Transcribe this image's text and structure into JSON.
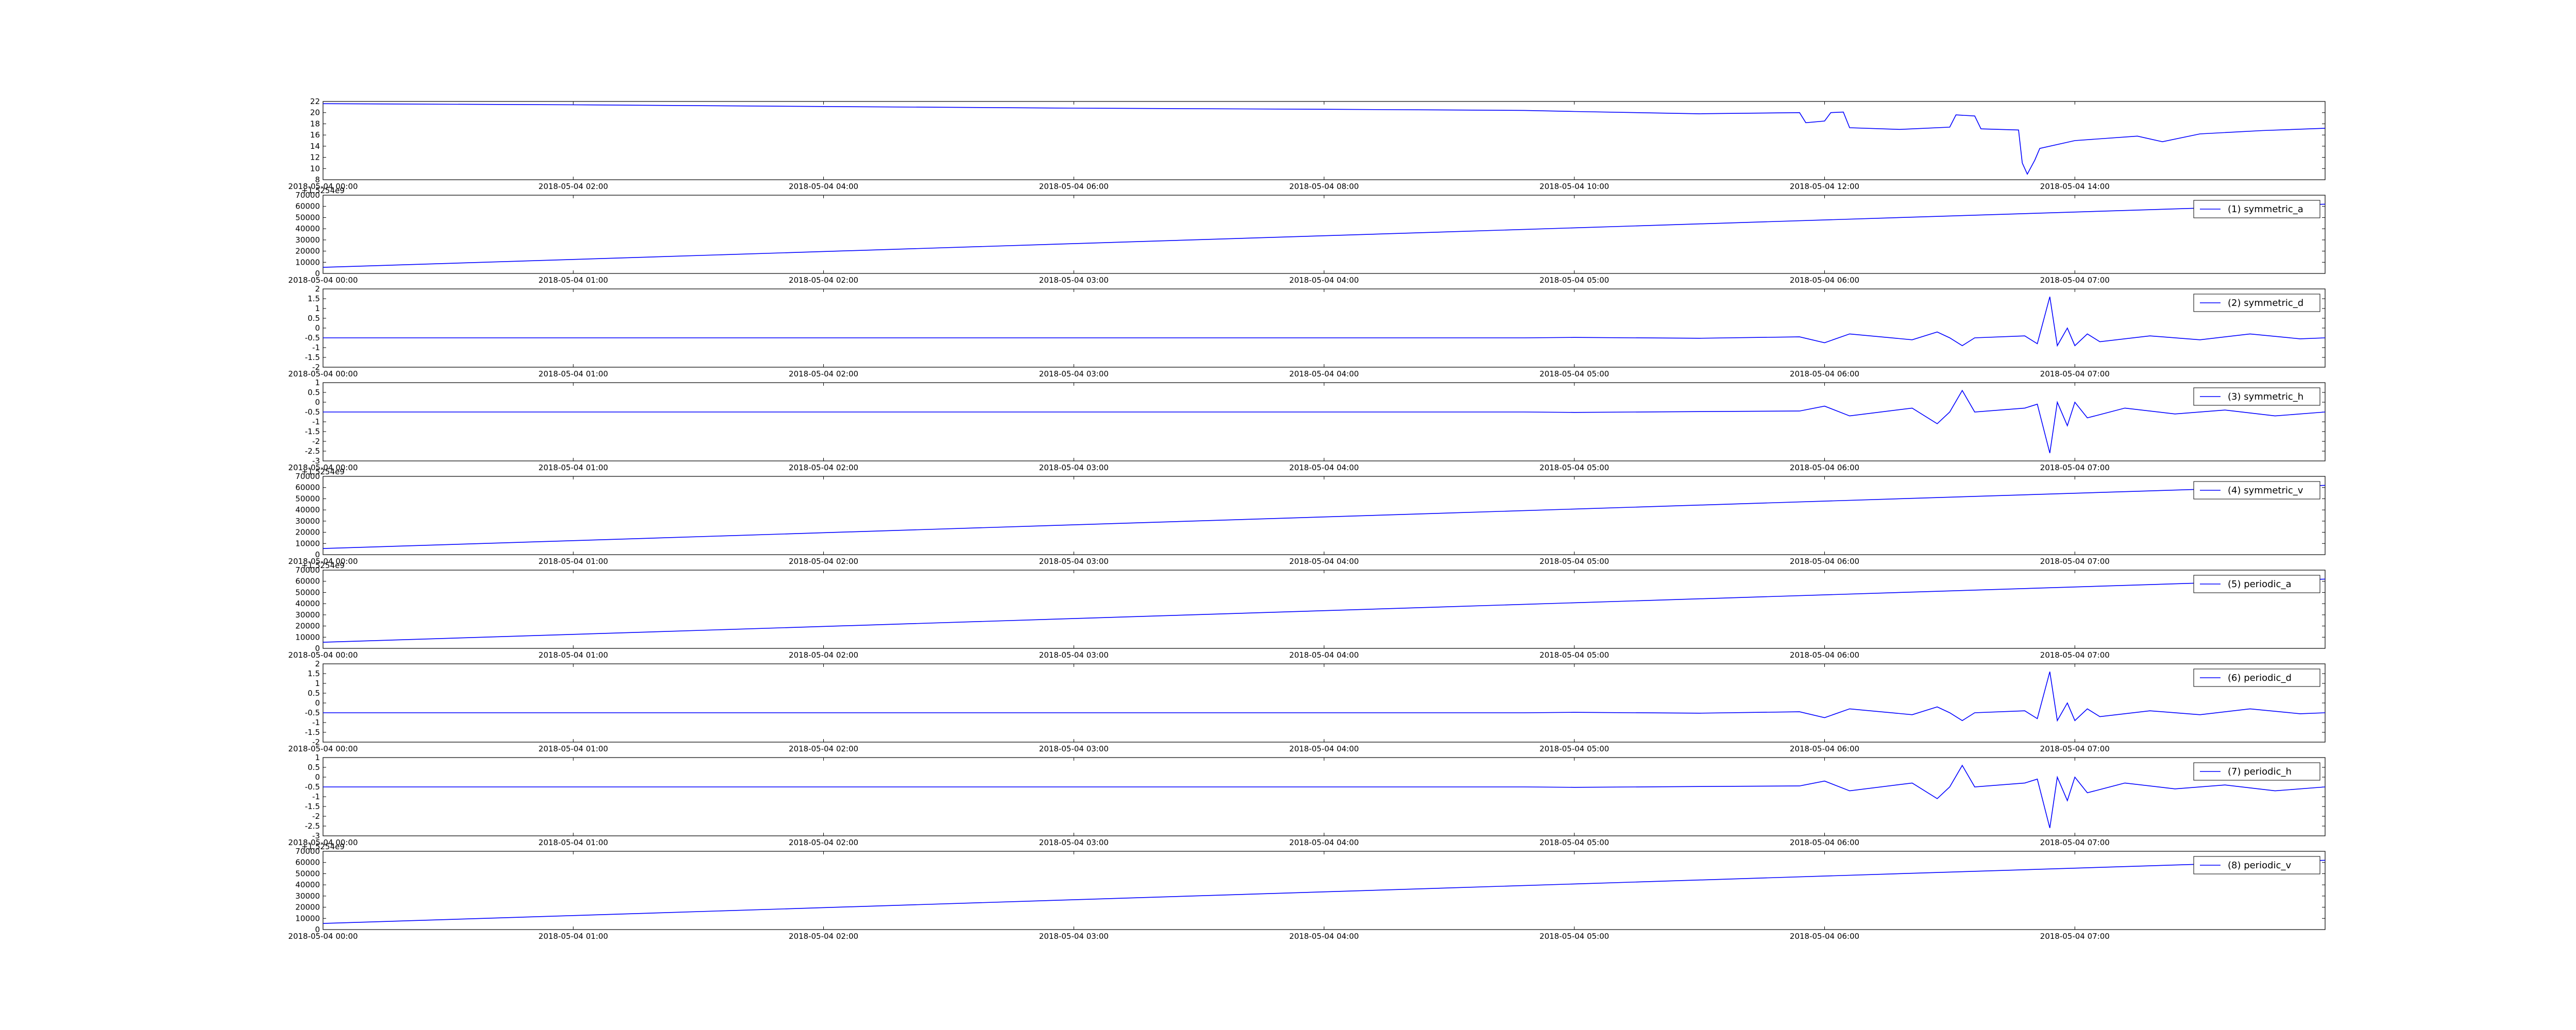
{
  "chart_data": [
    {
      "type": "line",
      "title": "",
      "xlabel": "",
      "ylabel": "",
      "ylim": [
        8,
        22
      ],
      "yticks": [
        8,
        10,
        12,
        14,
        16,
        18,
        20,
        22
      ],
      "xlim": [
        0,
        16
      ],
      "xticks": [
        0,
        2,
        4,
        6,
        8,
        10,
        12,
        14
      ],
      "xtick_labels": [
        "2018-05-04 00:00",
        "2018-05-04 02:00",
        "2018-05-04 04:00",
        "2018-05-04 06:00",
        "2018-05-04 08:00",
        "2018-05-04 10:00",
        "2018-05-04 12:00",
        "2018-05-04 14:00"
      ],
      "offset_label": "",
      "legend": null,
      "series": [
        {
          "color": "#0000ff",
          "points": [
            [
              0,
              21.6
            ],
            [
              2,
              21.4
            ],
            [
              4,
              21.1
            ],
            [
              6,
              20.8
            ],
            [
              8,
              20.6
            ],
            [
              9.6,
              20.4
            ],
            [
              10,
              20.2
            ],
            [
              11,
              19.8
            ],
            [
              11.8,
              20.0
            ],
            [
              11.85,
              18.2
            ],
            [
              12.0,
              18.5
            ],
            [
              12.05,
              20.0
            ],
            [
              12.15,
              20.1
            ],
            [
              12.2,
              17.3
            ],
            [
              12.6,
              17.0
            ],
            [
              13.0,
              17.4
            ],
            [
              13.05,
              19.6
            ],
            [
              13.2,
              19.4
            ],
            [
              13.25,
              17.1
            ],
            [
              13.55,
              16.9
            ],
            [
              13.58,
              11.0
            ],
            [
              13.62,
              9.0
            ],
            [
              13.68,
              11.5
            ],
            [
              13.72,
              13.6
            ],
            [
              14.0,
              15.0
            ],
            [
              14.5,
              15.8
            ],
            [
              14.7,
              14.8
            ],
            [
              15.0,
              16.2
            ],
            [
              15.5,
              16.8
            ],
            [
              16.0,
              17.2
            ]
          ]
        }
      ]
    },
    {
      "type": "line",
      "ylim": [
        0,
        70000
      ],
      "yticks": [
        0,
        10000,
        20000,
        30000,
        40000,
        50000,
        60000,
        70000
      ],
      "xlim": [
        0,
        8
      ],
      "xticks": [
        0,
        1,
        2,
        3,
        4,
        5,
        6,
        7
      ],
      "xtick_labels": [
        "2018-05-04 00:00",
        "2018-05-04 01:00",
        "2018-05-04 02:00",
        "2018-05-04 03:00",
        "2018-05-04 04:00",
        "2018-05-04 05:00",
        "2018-05-04 06:00",
        "2018-05-04 07:00"
      ],
      "offset_label": "+1.5254e9",
      "legend": "(1) symmetric_a",
      "series": [
        {
          "name": "(1) symmetric_a",
          "color": "#0000ff",
          "points": [
            [
              0,
              5500
            ],
            [
              8,
              62000
            ]
          ]
        }
      ]
    },
    {
      "type": "line",
      "ylim": [
        -2.0,
        2.0
      ],
      "yticks": [
        -2.0,
        -1.5,
        -1.0,
        -0.5,
        0.0,
        0.5,
        1.0,
        1.5,
        2.0
      ],
      "xlim": [
        0,
        8
      ],
      "xticks": [
        0,
        1,
        2,
        3,
        4,
        5,
        6,
        7
      ],
      "xtick_labels": [
        "2018-05-04 00:00",
        "2018-05-04 01:00",
        "2018-05-04 02:00",
        "2018-05-04 03:00",
        "2018-05-04 04:00",
        "2018-05-04 05:00",
        "2018-05-04 06:00",
        "2018-05-04 07:00"
      ],
      "offset_label": "",
      "legend": "(2) symmetric_d",
      "series": [
        {
          "name": "(2) symmetric_d",
          "color": "#0000ff",
          "points": [
            [
              0,
              -0.5
            ],
            [
              4.8,
              -0.5
            ],
            [
              5.0,
              -0.48
            ],
            [
              5.5,
              -0.52
            ],
            [
              5.9,
              -0.45
            ],
            [
              6.0,
              -0.75
            ],
            [
              6.1,
              -0.3
            ],
            [
              6.35,
              -0.6
            ],
            [
              6.45,
              -0.2
            ],
            [
              6.5,
              -0.5
            ],
            [
              6.55,
              -0.9
            ],
            [
              6.6,
              -0.5
            ],
            [
              6.8,
              -0.4
            ],
            [
              6.85,
              -0.8
            ],
            [
              6.9,
              1.6
            ],
            [
              6.93,
              -0.9
            ],
            [
              6.97,
              0.0
            ],
            [
              7.0,
              -0.9
            ],
            [
              7.05,
              -0.3
            ],
            [
              7.1,
              -0.7
            ],
            [
              7.3,
              -0.4
            ],
            [
              7.5,
              -0.6
            ],
            [
              7.7,
              -0.3
            ],
            [
              7.9,
              -0.55
            ],
            [
              8.0,
              -0.5
            ]
          ]
        }
      ]
    },
    {
      "type": "line",
      "ylim": [
        -3.0,
        1.0
      ],
      "yticks": [
        -3.0,
        -2.5,
        -2.0,
        -1.5,
        -1.0,
        -0.5,
        0.0,
        0.5,
        1.0
      ],
      "xlim": [
        0,
        8
      ],
      "xticks": [
        0,
        1,
        2,
        3,
        4,
        5,
        6,
        7
      ],
      "xtick_labels": [
        "2018-05-04 00:00",
        "2018-05-04 01:00",
        "2018-05-04 02:00",
        "2018-05-04 03:00",
        "2018-05-04 04:00",
        "2018-05-04 05:00",
        "2018-05-04 06:00",
        "2018-05-04 07:00"
      ],
      "offset_label": "",
      "legend": "(3) symmetric_h",
      "series": [
        {
          "name": "(3) symmetric_h",
          "color": "#0000ff",
          "points": [
            [
              0,
              -0.5
            ],
            [
              4.8,
              -0.5
            ],
            [
              5.0,
              -0.52
            ],
            [
              5.5,
              -0.48
            ],
            [
              5.9,
              -0.45
            ],
            [
              6.0,
              -0.2
            ],
            [
              6.1,
              -0.7
            ],
            [
              6.35,
              -0.3
            ],
            [
              6.45,
              -1.1
            ],
            [
              6.5,
              -0.5
            ],
            [
              6.55,
              0.6
            ],
            [
              6.6,
              -0.5
            ],
            [
              6.8,
              -0.3
            ],
            [
              6.85,
              -0.1
            ],
            [
              6.9,
              -2.6
            ],
            [
              6.93,
              0.0
            ],
            [
              6.97,
              -1.2
            ],
            [
              7.0,
              0.0
            ],
            [
              7.05,
              -0.8
            ],
            [
              7.2,
              -0.3
            ],
            [
              7.4,
              -0.6
            ],
            [
              7.6,
              -0.4
            ],
            [
              7.8,
              -0.7
            ],
            [
              8.0,
              -0.5
            ]
          ]
        }
      ]
    },
    {
      "type": "line",
      "ylim": [
        0,
        70000
      ],
      "yticks": [
        0,
        10000,
        20000,
        30000,
        40000,
        50000,
        60000,
        70000
      ],
      "xlim": [
        0,
        8
      ],
      "xticks": [
        0,
        1,
        2,
        3,
        4,
        5,
        6,
        7
      ],
      "xtick_labels": [
        "2018-05-04 00:00",
        "2018-05-04 01:00",
        "2018-05-04 02:00",
        "2018-05-04 03:00",
        "2018-05-04 04:00",
        "2018-05-04 05:00",
        "2018-05-04 06:00",
        "2018-05-04 07:00"
      ],
      "offset_label": "+1.5254e9",
      "legend": "(4) symmetric_v",
      "series": [
        {
          "name": "(4) symmetric_v",
          "color": "#0000ff",
          "points": [
            [
              0,
              5500
            ],
            [
              8,
              62000
            ]
          ]
        }
      ]
    },
    {
      "type": "line",
      "ylim": [
        0,
        70000
      ],
      "yticks": [
        0,
        10000,
        20000,
        30000,
        40000,
        50000,
        60000,
        70000
      ],
      "xlim": [
        0,
        8
      ],
      "xticks": [
        0,
        1,
        2,
        3,
        4,
        5,
        6,
        7
      ],
      "xtick_labels": [
        "2018-05-04 00:00",
        "2018-05-04 01:00",
        "2018-05-04 02:00",
        "2018-05-04 03:00",
        "2018-05-04 04:00",
        "2018-05-04 05:00",
        "2018-05-04 06:00",
        "2018-05-04 07:00"
      ],
      "offset_label": "+1.5254e9",
      "legend": "(5) periodic_a",
      "series": [
        {
          "name": "(5) periodic_a",
          "color": "#0000ff",
          "points": [
            [
              0,
              5500
            ],
            [
              8,
              62000
            ]
          ]
        }
      ]
    },
    {
      "type": "line",
      "ylim": [
        -2.0,
        2.0
      ],
      "yticks": [
        -2.0,
        -1.5,
        -1.0,
        -0.5,
        0.0,
        0.5,
        1.0,
        1.5,
        2.0
      ],
      "xlim": [
        0,
        8
      ],
      "xticks": [
        0,
        1,
        2,
        3,
        4,
        5,
        6,
        7
      ],
      "xtick_labels": [
        "2018-05-04 00:00",
        "2018-05-04 01:00",
        "2018-05-04 02:00",
        "2018-05-04 03:00",
        "2018-05-04 04:00",
        "2018-05-04 05:00",
        "2018-05-04 06:00",
        "2018-05-04 07:00"
      ],
      "offset_label": "",
      "legend": "(6) periodic_d",
      "series": [
        {
          "name": "(6) periodic_d",
          "color": "#0000ff",
          "points": [
            [
              0,
              -0.5
            ],
            [
              4.8,
              -0.5
            ],
            [
              5.0,
              -0.48
            ],
            [
              5.5,
              -0.52
            ],
            [
              5.9,
              -0.45
            ],
            [
              6.0,
              -0.75
            ],
            [
              6.1,
              -0.3
            ],
            [
              6.35,
              -0.6
            ],
            [
              6.45,
              -0.2
            ],
            [
              6.5,
              -0.5
            ],
            [
              6.55,
              -0.9
            ],
            [
              6.6,
              -0.5
            ],
            [
              6.8,
              -0.4
            ],
            [
              6.85,
              -0.8
            ],
            [
              6.9,
              1.6
            ],
            [
              6.93,
              -0.9
            ],
            [
              6.97,
              0.0
            ],
            [
              7.0,
              -0.9
            ],
            [
              7.05,
              -0.3
            ],
            [
              7.1,
              -0.7
            ],
            [
              7.3,
              -0.4
            ],
            [
              7.5,
              -0.6
            ],
            [
              7.7,
              -0.3
            ],
            [
              7.9,
              -0.55
            ],
            [
              8.0,
              -0.5
            ]
          ]
        }
      ]
    },
    {
      "type": "line",
      "ylim": [
        -3.0,
        1.0
      ],
      "yticks": [
        -3.0,
        -2.5,
        -2.0,
        -1.5,
        -1.0,
        -0.5,
        0.0,
        0.5,
        1.0
      ],
      "xlim": [
        0,
        8
      ],
      "xticks": [
        0,
        1,
        2,
        3,
        4,
        5,
        6,
        7
      ],
      "xtick_labels": [
        "2018-05-04 00:00",
        "2018-05-04 01:00",
        "2018-05-04 02:00",
        "2018-05-04 03:00",
        "2018-05-04 04:00",
        "2018-05-04 05:00",
        "2018-05-04 06:00",
        "2018-05-04 07:00"
      ],
      "offset_label": "",
      "legend": "(7) periodic_h",
      "series": [
        {
          "name": "(7) periodic_h",
          "color": "#0000ff",
          "points": [
            [
              0,
              -0.5
            ],
            [
              4.8,
              -0.5
            ],
            [
              5.0,
              -0.52
            ],
            [
              5.5,
              -0.48
            ],
            [
              5.9,
              -0.45
            ],
            [
              6.0,
              -0.2
            ],
            [
              6.1,
              -0.7
            ],
            [
              6.35,
              -0.3
            ],
            [
              6.45,
              -1.1
            ],
            [
              6.5,
              -0.5
            ],
            [
              6.55,
              0.6
            ],
            [
              6.6,
              -0.5
            ],
            [
              6.8,
              -0.3
            ],
            [
              6.85,
              -0.1
            ],
            [
              6.9,
              -2.6
            ],
            [
              6.93,
              0.0
            ],
            [
              6.97,
              -1.2
            ],
            [
              7.0,
              0.0
            ],
            [
              7.05,
              -0.8
            ],
            [
              7.2,
              -0.3
            ],
            [
              7.4,
              -0.6
            ],
            [
              7.6,
              -0.4
            ],
            [
              7.8,
              -0.7
            ],
            [
              8.0,
              -0.5
            ]
          ]
        }
      ]
    },
    {
      "type": "line",
      "ylim": [
        0,
        70000
      ],
      "yticks": [
        0,
        10000,
        20000,
        30000,
        40000,
        50000,
        60000,
        70000
      ],
      "xlim": [
        0,
        8
      ],
      "xticks": [
        0,
        1,
        2,
        3,
        4,
        5,
        6,
        7
      ],
      "xtick_labels": [
        "2018-05-04 00:00",
        "2018-05-04 01:00",
        "2018-05-04 02:00",
        "2018-05-04 03:00",
        "2018-05-04 04:00",
        "2018-05-04 05:00",
        "2018-05-04 06:00",
        "2018-05-04 07:00"
      ],
      "offset_label": "+1.5254e9",
      "legend": "(8) periodic_v",
      "series": [
        {
          "name": "(8) periodic_v",
          "color": "#0000ff",
          "points": [
            [
              0,
              5500
            ],
            [
              8,
              62000
            ]
          ]
        }
      ]
    }
  ]
}
